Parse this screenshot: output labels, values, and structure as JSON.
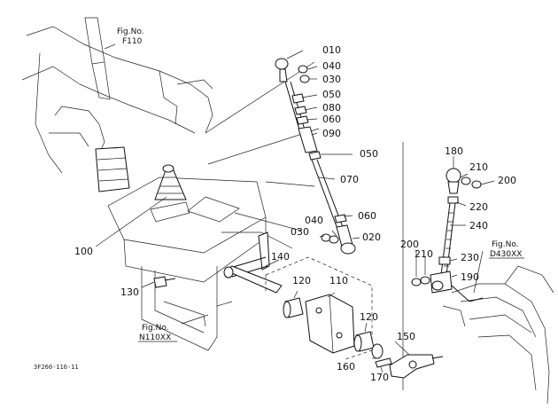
{
  "figure_refs": [
    {
      "key": "f110",
      "line1": "Fig.No.",
      "line2": "F110"
    },
    {
      "key": "d430",
      "line1": "Fig.No.",
      "line2": "D430XX"
    },
    {
      "key": "n110",
      "line1": "Fig.No.",
      "line2": "N110XX"
    }
  ],
  "drawing_code": "3F260-116-11",
  "callouts": {
    "c010": "010",
    "c040a": "040",
    "c030a": "030",
    "c050a": "050",
    "c080": "080",
    "c060a": "060",
    "c090": "090",
    "c050b": "050",
    "c070": "070",
    "c060b": "060",
    "c040b": "040",
    "c030b": "030",
    "c020": "020",
    "c180": "180",
    "c210a": "210",
    "c200a": "200",
    "c220": "220",
    "c240": "240",
    "c200b": "200",
    "c210b": "210",
    "c230": "230",
    "c190": "190",
    "c100": "100",
    "c140": "140",
    "c110": "110",
    "c120a": "120",
    "c120b": "120",
    "c130": "130",
    "c150": "150",
    "c160": "160",
    "c170": "170"
  }
}
